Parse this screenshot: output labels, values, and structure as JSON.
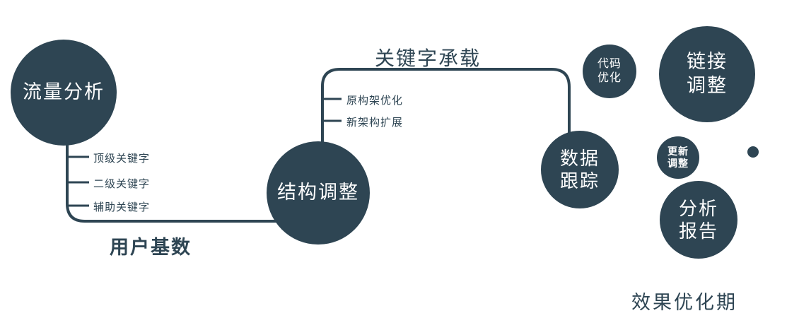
{
  "diagram": {
    "colors": {
      "primary": "#2e4553",
      "node_text": "#ffffff",
      "background": "#ffffff"
    },
    "nodes": {
      "traffic": {
        "label": "流量分析"
      },
      "structure": {
        "label": "结构调整"
      },
      "tracking": {
        "label": "数据\n跟踪"
      },
      "code": {
        "label": "代码\n优化"
      },
      "link": {
        "label": "链接\n调整"
      },
      "update": {
        "label": "更新\n调整"
      },
      "report": {
        "label": "分析\n报告"
      }
    },
    "edge_labels": {
      "user_base": "用户基数",
      "keyword_carry": "关键字承载"
    },
    "branches": {
      "left": [
        "顶级关键字",
        "二级关键字",
        "辅助关键字"
      ],
      "mid": [
        "原构架优化",
        "新架构扩展"
      ]
    },
    "caption": "效果优化期"
  }
}
